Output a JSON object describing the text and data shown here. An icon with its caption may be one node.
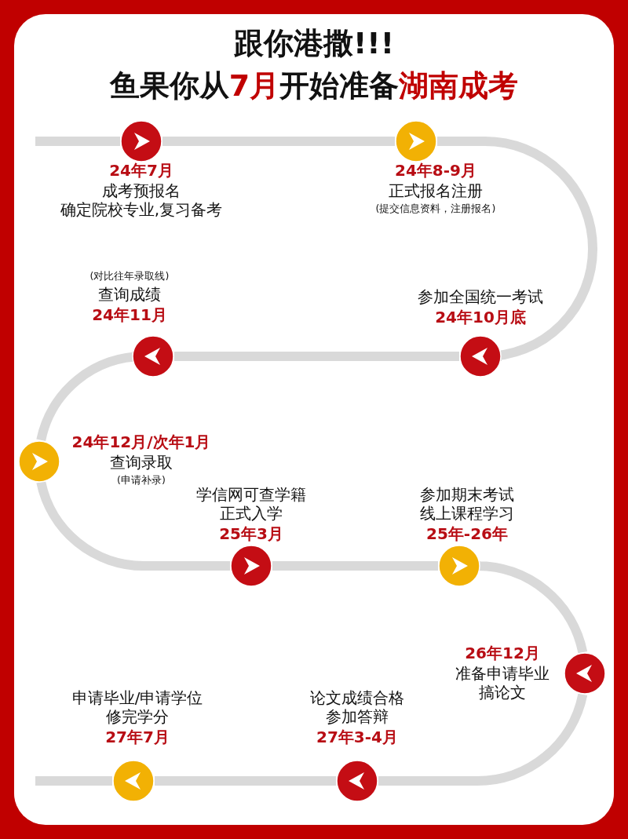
{
  "diagram": {
    "title": "跟你港撒!!!",
    "nodes": [
      {
        "text": [
          "24年7月",
          "成考预报名",
          "确定院校专业,复习备考"
        ]
      },
      {
        "text": [
          "24年8-9月",
          "正式报名注册",
          "(提交信息资料，注册报名)"
        ]
      },
      {
        "text": [
          "参加全国统一考试",
          "24年10月底"
        ]
      },
      {
        "text": [
          "(对比往年录取线)",
          "查询成绩",
          "24年11月"
        ]
      },
      {
        "text": [
          "24年12月/次年1月",
          "查询录取",
          "(申请补录)"
        ]
      },
      {
        "text": [
          "学信网可查学籍",
          "正式入学",
          "25年3月"
        ]
      },
      {
        "text": [
          "参加期末考试",
          "线上课程学习",
          "25年-26年"
        ]
      },
      {
        "text": [
          "26年12月",
          "准备申请毕业",
          "搞论文"
        ]
      },
      {
        "text": [
          "论文成绩合格",
          "参加答辩",
          "27年3-4月"
        ]
      },
      {
        "text": [
          "申请毕业/申请学位",
          "修完学分",
          "27年7月"
        ]
      },
      {
        "text": [],
        "shape": "circle"
      },
      {
        "text": [],
        "shape": "circle"
      },
      {
        "text": [],
        "shape": "circle"
      },
      {
        "text": [],
        "shape": "circle"
      },
      {
        "text": [],
        "shape": "circle"
      },
      {
        "text": [],
        "shape": "circle"
      },
      {
        "text": [],
        "shape": "circle"
      },
      {
        "text": [],
        "shape": "circle"
      },
      {
        "text": [],
        "shape": "circle"
      },
      {
        "text": [],
        "shape": "circle"
      }
    ],
    "edges": [
      {
        "from": null,
        "to": 10,
        "arrow": "none"
      },
      {
        "from": 10,
        "to": 11,
        "arrow": "none"
      },
      {
        "from": 11,
        "to": 12,
        "arrow": "none"
      },
      {
        "from": 12,
        "to": 13,
        "arrow": "none"
      },
      {
        "from": 13,
        "to": 14,
        "arrow": "none"
      },
      {
        "from": 14,
        "to": 15,
        "arrow": "none"
      },
      {
        "from": 15,
        "to": 16,
        "arrow": "none"
      },
      {
        "from": 16,
        "to": 17,
        "arrow": "none"
      },
      {
        "from": 17,
        "to": 18,
        "arrow": "none"
      },
      {
        "from": 18,
        "to": 19,
        "arrow": "none"
      },
      {
        "from": 19,
        "to": null,
        "arrow": "none"
      }
    ],
    "labels": [
      "鱼果你从**7月**开始准备**湖南成考**"
    ]
  }
}
